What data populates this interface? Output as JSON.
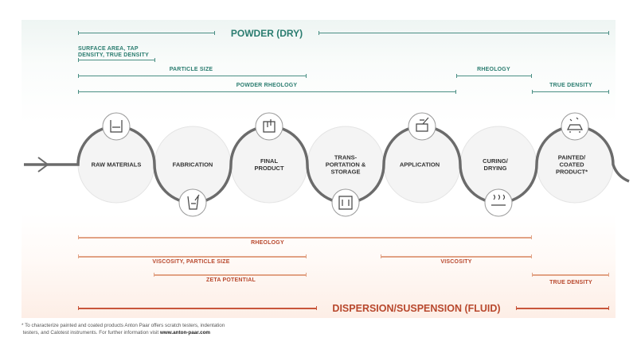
{
  "powder": {
    "title": "POWDER (DRY)",
    "surface_area": [
      "SURFACE AREA, TAP",
      "DENSITY, TRUE DENSITY"
    ],
    "particle_size": "PARTICLE SIZE",
    "rheology": "RHEOLOGY",
    "powder_rheology": "POWDER RHEOLOGY",
    "true_density": "TRUE DENSITY"
  },
  "steps": [
    {
      "label": "RAW MATERIALS",
      "icon": "beaker-icon"
    },
    {
      "label": "FABRICATION",
      "icon": "measuring-cup-icon"
    },
    {
      "label": "FINAL PRODUCT",
      "icon": "paint-can-icon"
    },
    {
      "label": "TRANS-PORTATION & STORAGE",
      "icon": "transport-icon"
    },
    {
      "label": "APPLICATION",
      "icon": "paint-brush-icon"
    },
    {
      "label": "CURING/ DRYING",
      "icon": "heat-icon"
    },
    {
      "label": "PAINTED/ COATED PRODUCT*",
      "icon": "car-icon"
    }
  ],
  "fluid": {
    "title": "DISPERSION/SUSPENSION (FLUID)",
    "rheology": "RHEOLOGY",
    "viscosity_particle_size": "VISCOSITY, PARTICLE SIZE",
    "viscosity": "VISCOSITY",
    "zeta_potential": "ZETA POTENTIAL",
    "true_density": "TRUE DENSITY"
  },
  "footnote": {
    "line1": "* To characterize painted and coated products Anton Paar offers scratch testers, indentation",
    "line2": "testers, and Calotest instruments. For further information visit ",
    "link": "www.anton-paar.com"
  },
  "colors": {
    "teal": "#2b7d70",
    "orange": "#b8482d"
  }
}
